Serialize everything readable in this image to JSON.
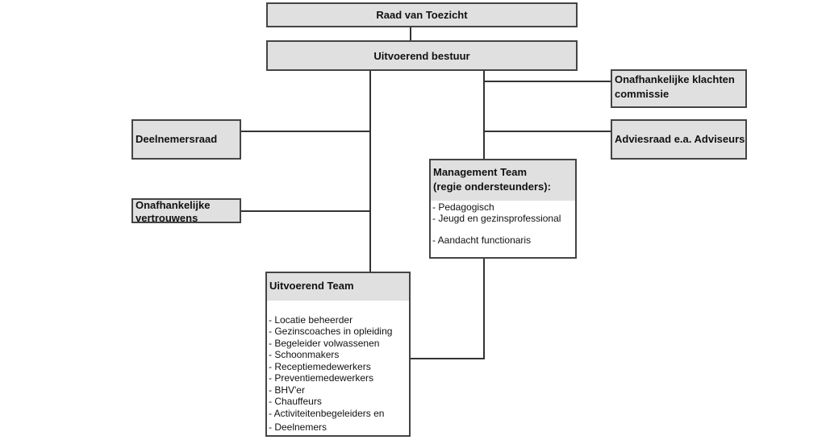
{
  "boxes": {
    "raad_van_toezicht": "Raad van Toezicht",
    "uitvoerend_bestuur": "Uitvoerend bestuur",
    "klachten": [
      "Onafhankelijke klachten",
      "commissie"
    ],
    "adviesraad": "Adviesraad e.a. Adviseurs",
    "deelnemersraad": "Deelnemersraad",
    "vertrouwens": [
      "Onafhankelijke",
      "vertrouwens"
    ],
    "management_team": {
      "title": [
        "Management Team",
        "(regie ondersteunders):"
      ],
      "items": [
        "- Pedagogisch",
        "- Jeugd en gezinsprofessional",
        "- Aandacht functionaris"
      ]
    },
    "uitvoerend_team": {
      "title": "Uitvoerend Team",
      "items": [
        "- Locatie beheerder",
        "- Gezinscoaches in opleiding",
        "- Begeleider volwassenen",
        "- Schoonmakers",
        "- Receptiemedewerkers",
        "- Preventiemedewerkers",
        "- BHV'er",
        "- Chauffeurs",
        "- Activiteitenbegeleiders en",
        "- Deelnemers"
      ]
    }
  }
}
